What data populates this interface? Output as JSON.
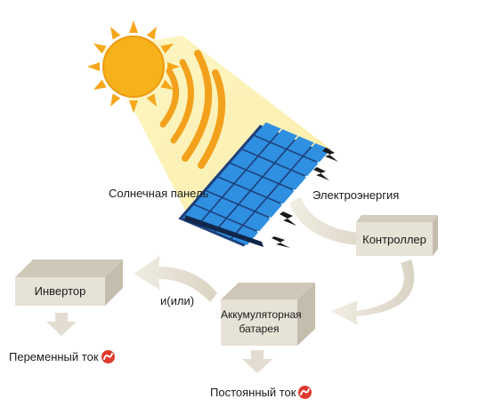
{
  "labels": {
    "solar_panel": "Солнечная панель",
    "electricity": "Электроэнергия",
    "controller": "Контроллер",
    "inverter": "Инвертор",
    "and_or": "и(или)",
    "battery_line1": "Аккумуляторная",
    "battery_line2": "батарея",
    "ac_current": "Переменный ток",
    "dc_current": "Постоянный ток"
  },
  "colors": {
    "sun": "#f6b21b",
    "sun_ray_fill": "#fbf1b0",
    "panel_cell": "#2f8fe0",
    "panel_frame": "#1d3f7a",
    "box_top": "#d8d3c6",
    "box_front": "#e7e2d6",
    "box_side": "#c9c3b3",
    "arrow": "#e4dfd2",
    "warning": "#e03a2c"
  },
  "icons": {
    "sun": "sun-icon",
    "lightning": "lightning-icon",
    "warning": "power-warning-icon"
  }
}
